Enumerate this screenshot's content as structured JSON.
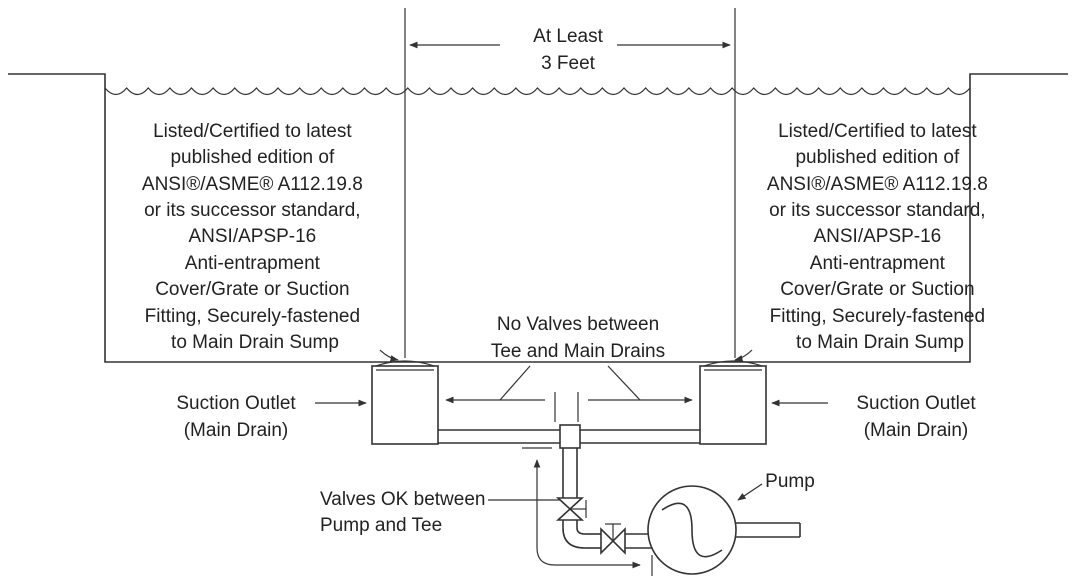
{
  "labels": {
    "distance_line1": "At Least",
    "distance_line2": "3 Feet",
    "left_cover": [
      "Listed/Certified to latest",
      "published edition of",
      "ANSI®/ASME® A112.19.8",
      "or its successor standard,",
      "ANSI/APSP-16",
      "Anti-entrapment",
      "Cover/Grate or Suction",
      "Fitting, Securely-fastened",
      "to Main Drain Sump"
    ],
    "right_cover": [
      "Listed/Certified to latest",
      "published edition of",
      "ANSI®/ASME® A112.19.8",
      "or its successor standard,",
      "ANSI/APSP-16",
      "Anti-entrapment",
      "Cover/Grate or Suction",
      "Fitting, Securely-fastened",
      "to Main Drain Sump"
    ],
    "no_valves_line1": "No Valves between",
    "no_valves_line2": "Tee and Main Drains",
    "suction_left_line1": "Suction Outlet",
    "suction_left_line2": "(Main Drain)",
    "suction_right_line1": "Suction Outlet",
    "suction_right_line2": "(Main Drain)",
    "valves_ok_line1": "Valves OK between",
    "valves_ok_line2": "Pump and Tee",
    "pump": "Pump"
  },
  "colors": {
    "line": "#333333",
    "text": "#222222",
    "background": "#ffffff"
  }
}
